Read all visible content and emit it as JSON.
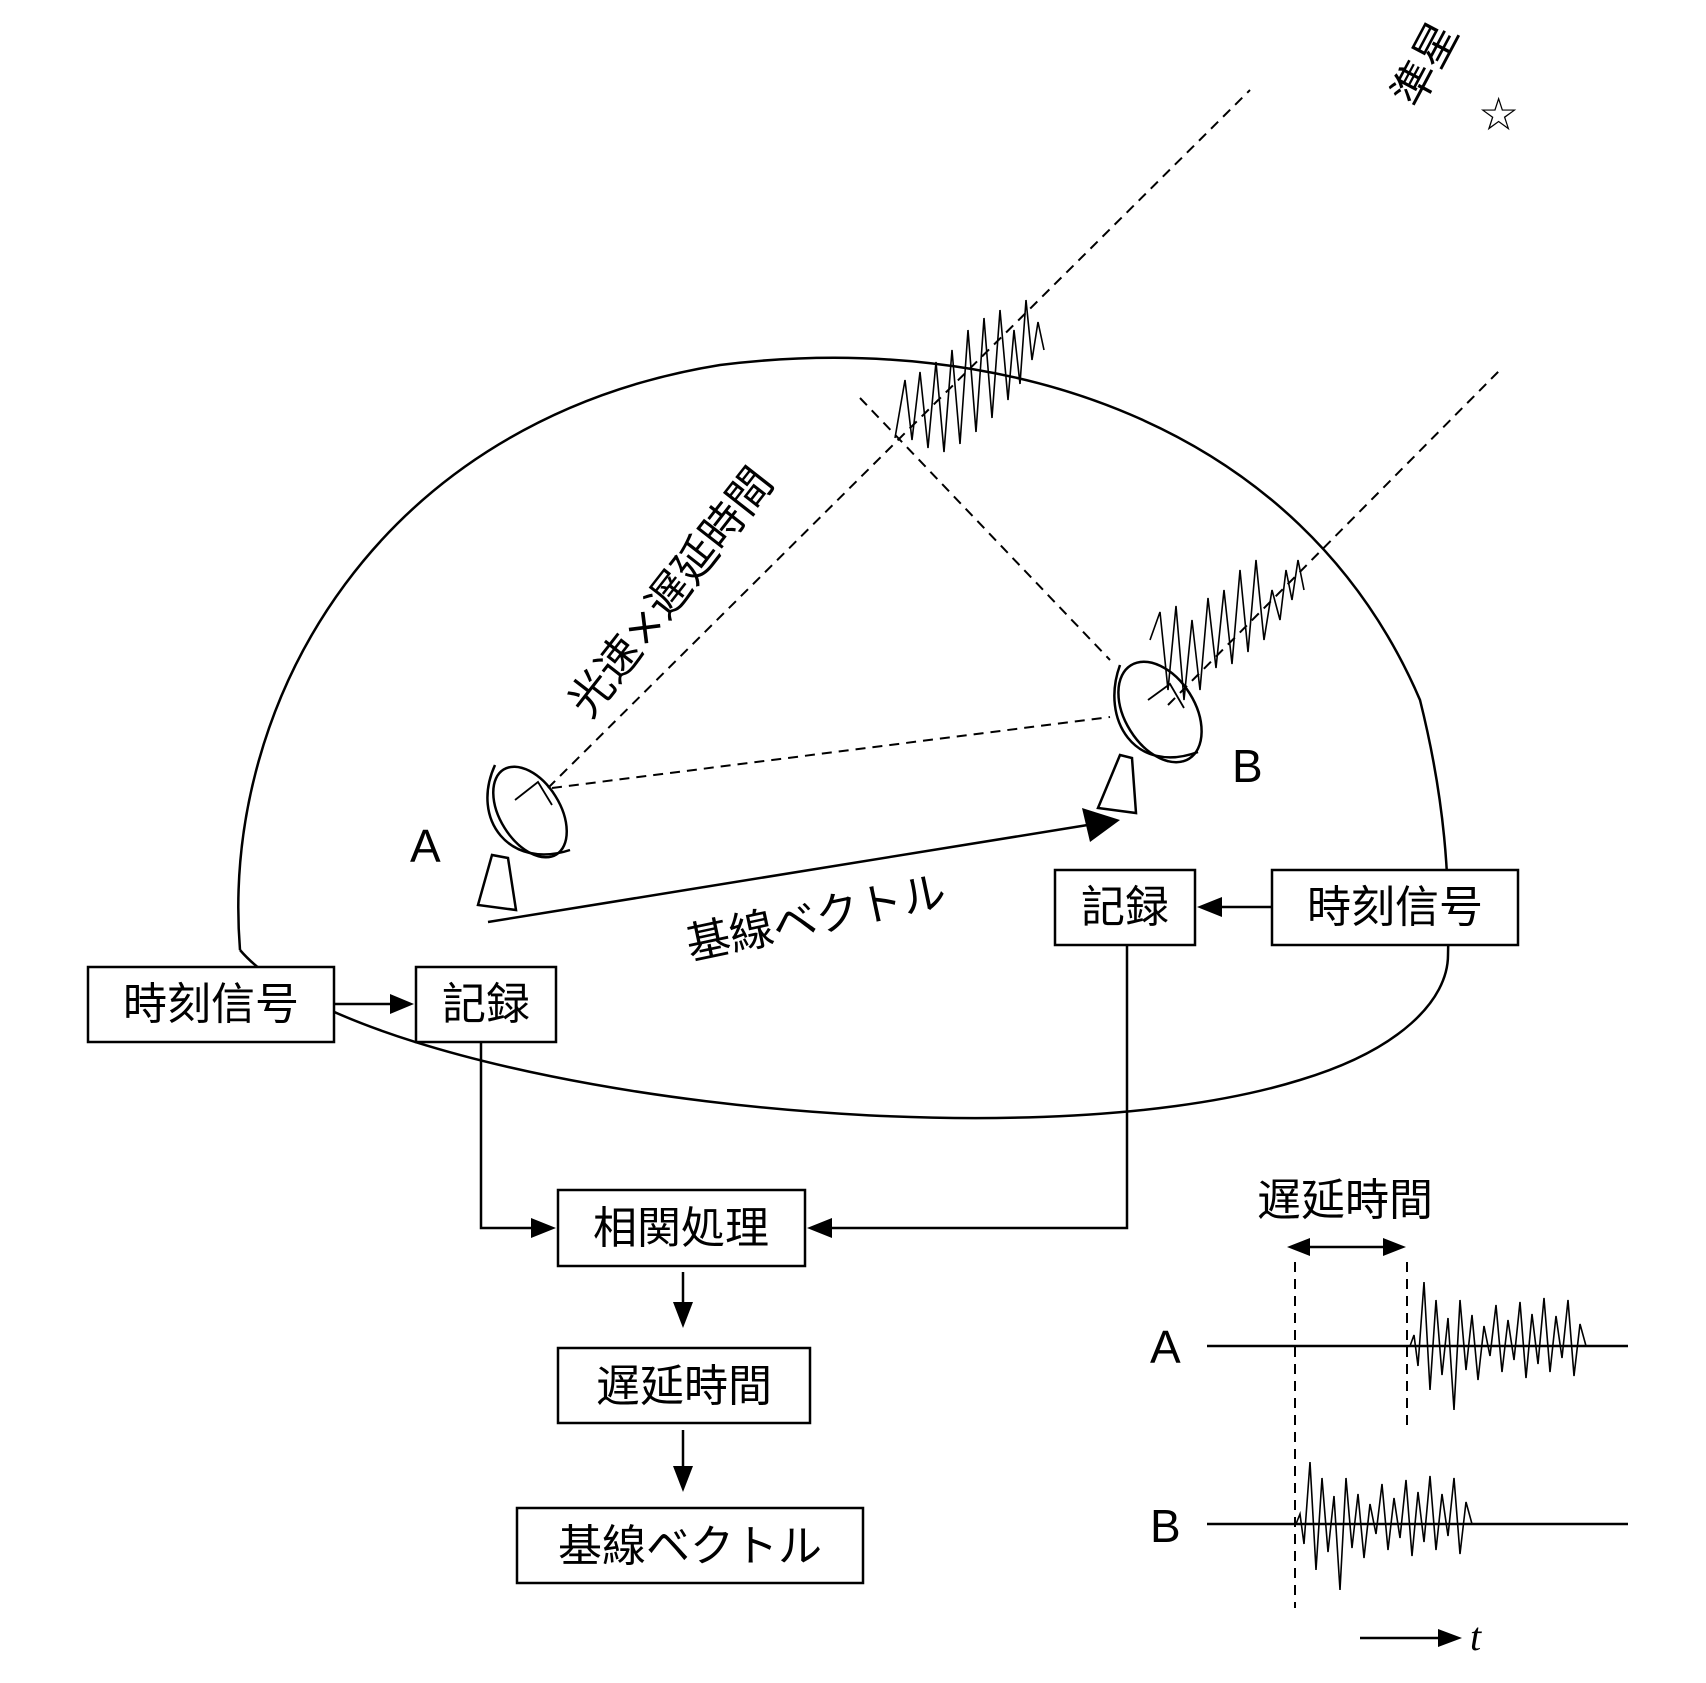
{
  "star": {
    "label": "準星",
    "symbol": "☆"
  },
  "labels": {
    "light_delay": "光速×遅延時間",
    "baseline": "基線ベクトル",
    "station_a": "A",
    "station_b": "B"
  },
  "boxes": {
    "time_signal_left": "時刻信号",
    "record_left": "記録",
    "time_signal_right": "時刻信号",
    "record_right": "記録",
    "correlation": "相関処理",
    "delay_time": "遅延時間",
    "baseline_vector": "基線ベクトル"
  },
  "signal_panel": {
    "delay_label": "遅延時間",
    "trace_a": "A",
    "trace_b": "B",
    "time_axis": "t"
  }
}
